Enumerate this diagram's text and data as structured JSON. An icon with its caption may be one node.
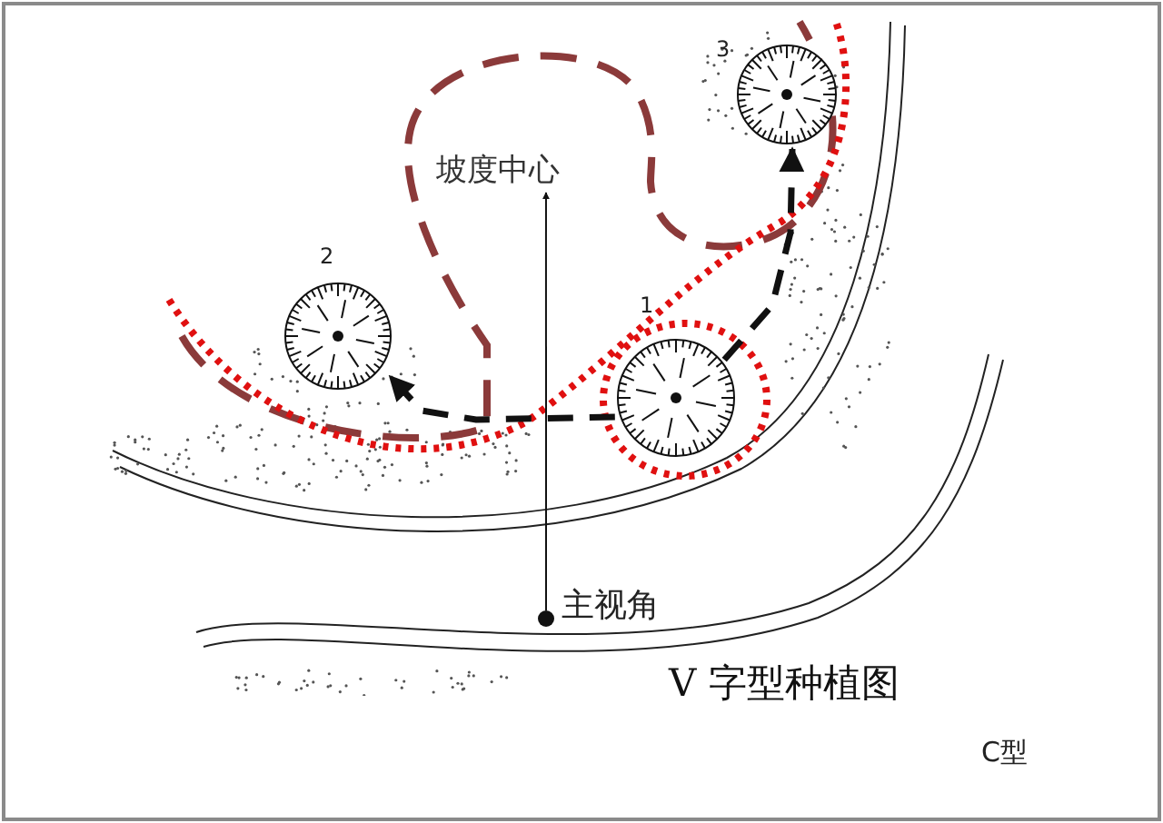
{
  "diagram": {
    "title": "V 字型种植图",
    "nodes": [
      {
        "text": [],
        "shape": "circle",
        "beside": [
          "1"
        ]
      },
      {
        "text": [],
        "shape": "circle",
        "beside": [
          "2"
        ]
      },
      {
        "text": [],
        "shape": "circle",
        "beside": [
          "3"
        ]
      },
      {
        "text": [],
        "shape": "circle",
        "beside": [
          "主视角"
        ]
      },
      {
        "text": [
          "坡度中心"
        ]
      }
    ],
    "edges": [
      {
        "from": 3,
        "to": 4,
        "arrow": "to"
      },
      {
        "from": 0,
        "to": 1,
        "arrow": "to",
        "style": "dashed"
      },
      {
        "from": 0,
        "to": 2,
        "arrow": "to",
        "style": "dashed"
      }
    ],
    "labels": [
      "C型"
    ]
  }
}
